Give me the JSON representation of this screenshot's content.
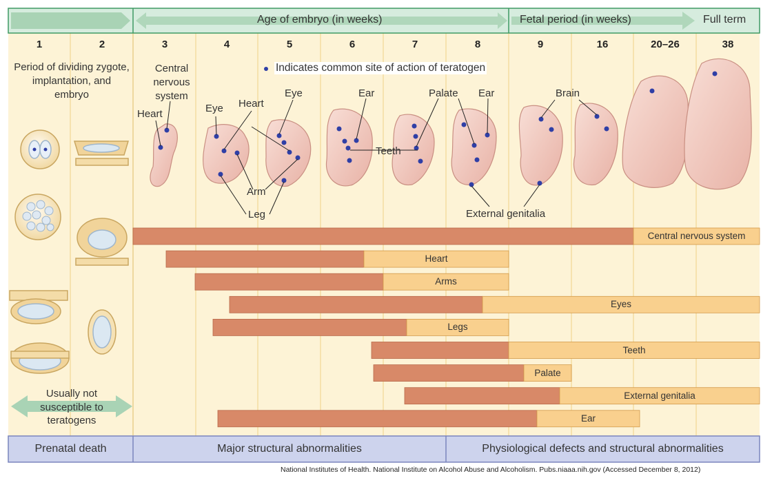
{
  "header": {
    "embryo_age": "Age of embryo (in weeks)",
    "fetal_period": "Fetal period (in weeks)",
    "full_term": "Full term"
  },
  "weeks": [
    "1",
    "2",
    "3",
    "4",
    "5",
    "6",
    "7",
    "8",
    "9",
    "16",
    "20–26",
    "38"
  ],
  "notes": {
    "dividing": "Period of dividing zygote, implantation, and embryo",
    "cns": "Central nervous system",
    "legend": "Indicates common site of action of teratogen",
    "not_susceptible": "Usually not susceptible to teratogens"
  },
  "parts": {
    "heart_a": "Heart",
    "eye_a": "Eye",
    "heart_b": "Heart",
    "eye_b": "Eye",
    "ear_a": "Ear",
    "teeth": "Teeth",
    "palate": "Palate",
    "ear_b": "Ear",
    "brain": "Brain",
    "arm": "Arm",
    "leg": "Leg",
    "genitalia": "External genitalia"
  },
  "bars": [
    {
      "label": "Central nervous system",
      "major_weeks": [
        3,
        20
      ],
      "minor_weeks": [
        20,
        38
      ]
    },
    {
      "label": "Heart",
      "major_weeks": [
        3,
        6
      ],
      "minor_weeks": [
        6,
        8
      ]
    },
    {
      "label": "Arms",
      "major_weeks": [
        4,
        7
      ],
      "minor_weeks": [
        7,
        8
      ]
    },
    {
      "label": "Eyes",
      "major_weeks": [
        4,
        8
      ],
      "minor_weeks": [
        8,
        38
      ]
    },
    {
      "label": "Legs",
      "major_weeks": [
        4,
        7
      ],
      "minor_weeks": [
        7,
        8
      ]
    },
    {
      "label": "Teeth",
      "major_weeks": [
        6,
        8
      ],
      "minor_weeks": [
        8,
        38
      ]
    },
    {
      "label": "Palate",
      "major_weeks": [
        6,
        9
      ],
      "minor_weeks": [
        9,
        16
      ]
    },
    {
      "label": "External genitalia",
      "major_weeks": [
        7,
        9
      ],
      "minor_weeks": [
        9,
        38
      ]
    },
    {
      "label": "Ear",
      "major_weeks": [
        4,
        9
      ],
      "minor_weeks": [
        9,
        20
      ]
    }
  ],
  "bottom": {
    "prenatal_death": "Prenatal death",
    "major": "Major structural abnormalities",
    "physiological": "Physiological defects and structural abnormalities"
  },
  "credit": "National Institutes of Health. National Institute on Alcohol Abuse and Alcoholism. Pubs.niaaa.nih.gov (Accessed December 8, 2012)",
  "colors": {
    "background": "#fdf3d6",
    "header": "#d6ecde",
    "header_border": "#3f9a63",
    "bar_major": "#d88968",
    "bar_minor": "#f9d08e",
    "bottom": "#cdd3ed",
    "bottom_border": "#7a85bd",
    "dot": "#2f3fa6",
    "embryo": "#f3c8bd"
  }
}
